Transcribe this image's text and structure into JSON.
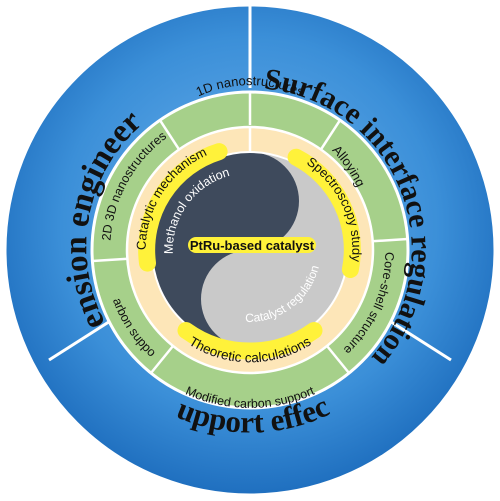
{
  "outer_ring": {
    "dimension": "Dimension engineering",
    "surface": "Surface interface regulation",
    "support": "Support effect"
  },
  "middle_ring": {
    "top": "1D nanostructures",
    "alloying": "Alloying",
    "core_shell": "Core-shell structure",
    "modified_support": "Modified carbon support",
    "carbon_support": "Carbon support",
    "nanostructures_2d3d": "2D 3D nanostructures"
  },
  "inner_ring": {
    "catalytic": "Catalytic mechanism",
    "spectroscopy": "Spectroscopy study",
    "theoretic": "Theoretic calculations"
  },
  "center": {
    "title": "PtRu-based catalyst",
    "methanol": "Methanol oxidation",
    "regulation": "Catalyst regulation"
  },
  "colors": {
    "outer_blue": "#3b8fd8",
    "outer_blue_dark": "#1f6fbf",
    "green": "#a6d08a",
    "cream": "#fde6b8",
    "highlight_yellow": "#fff23a",
    "dark_slate": "#3e4a5c",
    "light_gray": "#c9c9c9"
  }
}
